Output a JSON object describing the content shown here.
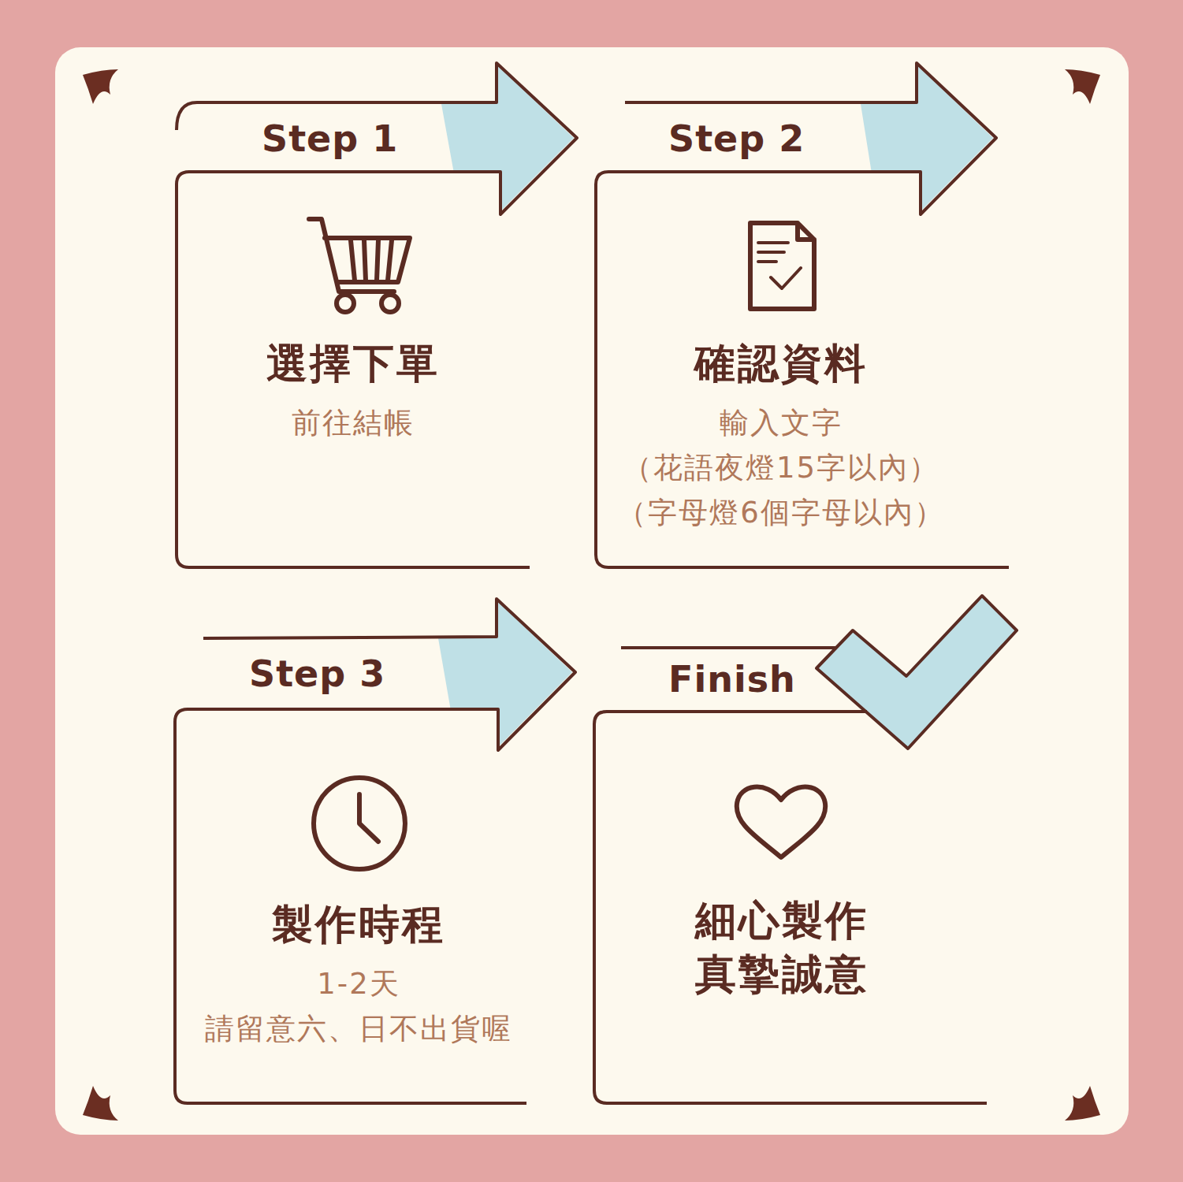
{
  "diagram": {
    "nodes": [
      {
        "text": [
          "Step 1",
          "選擇下單",
          "前往結帳"
        ]
      },
      {
        "text": [
          "Step 2",
          "確認資料",
          "輸入文字",
          "（花語夜燈15字以內）",
          "（字母燈6個字母以內）"
        ]
      },
      {
        "text": [
          "Step 3",
          "製作時程",
          "1-2天",
          "請留意六、日不出貨喔"
        ]
      },
      {
        "text": [
          "Finish",
          "細心製作 真摯誠意"
        ]
      }
    ]
  }
}
